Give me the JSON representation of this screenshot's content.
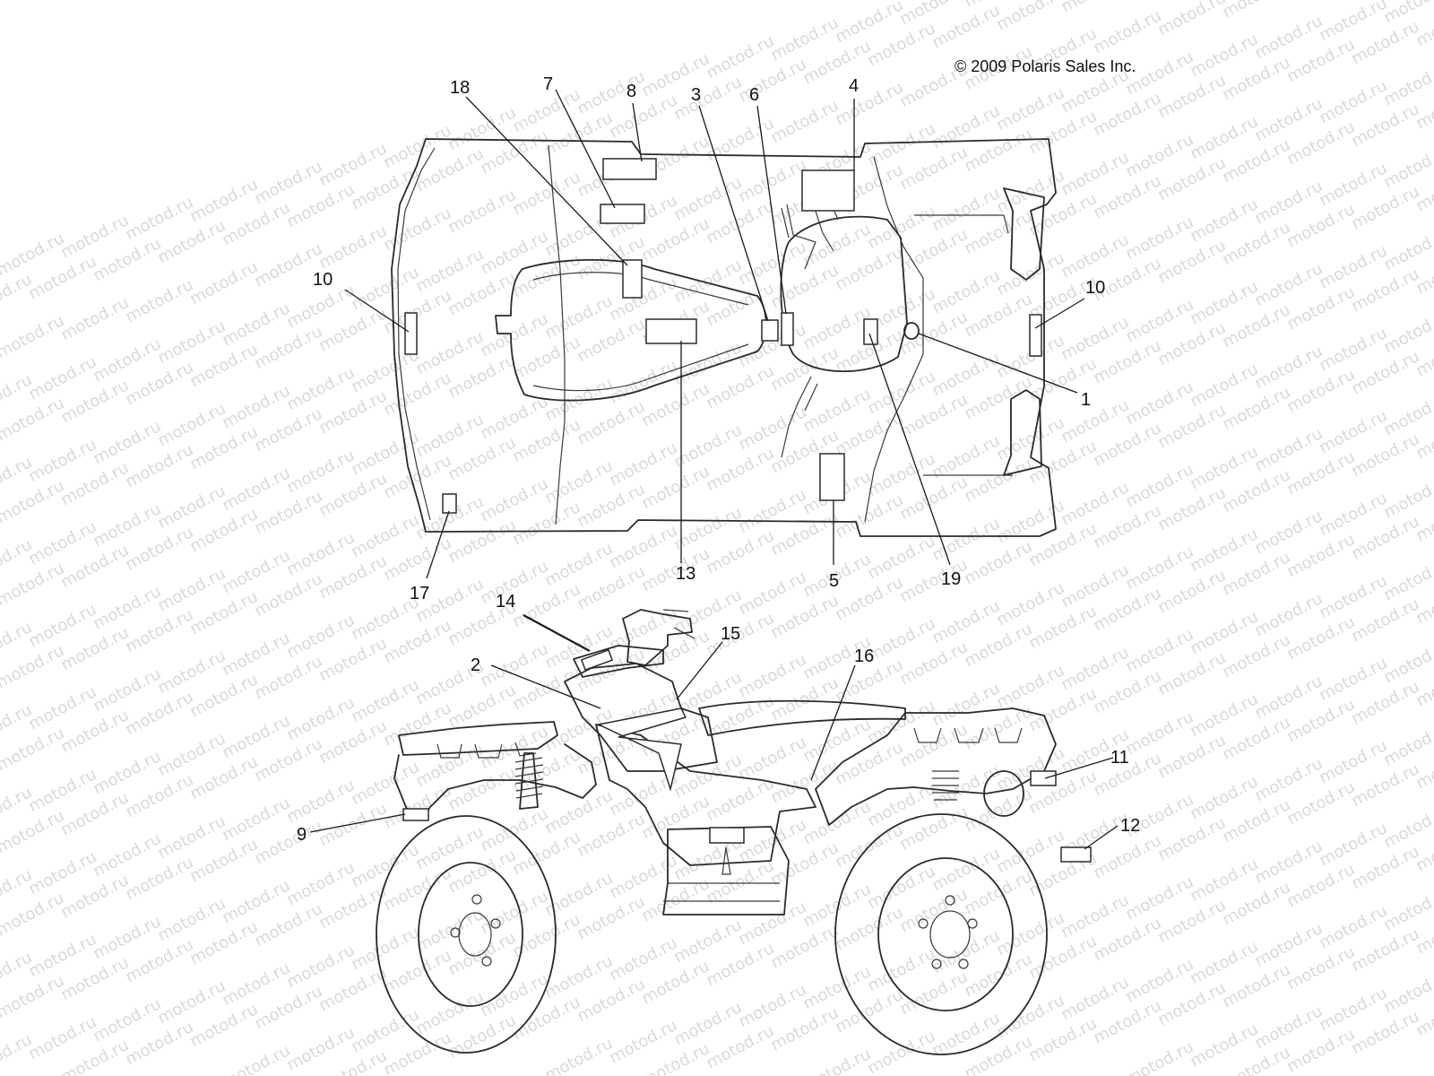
{
  "copyright": "© 2009 Polaris Sales Inc.",
  "watermark": "motod.ru",
  "callouts": {
    "c1": "1",
    "c2": "2",
    "c3": "3",
    "c4": "4",
    "c5": "5",
    "c6": "6",
    "c7": "7",
    "c8": "8",
    "c9": "9",
    "c10_left": "10",
    "c10_right": "10",
    "c11": "11",
    "c12": "12",
    "c13": "13",
    "c14": "14",
    "c15": "15",
    "c16": "16",
    "c17": "17",
    "c18": "18",
    "c19": "19"
  },
  "colors": {
    "line": "#2a2a2a",
    "watermark": "#d9d9d9",
    "background": "#ffffff"
  }
}
